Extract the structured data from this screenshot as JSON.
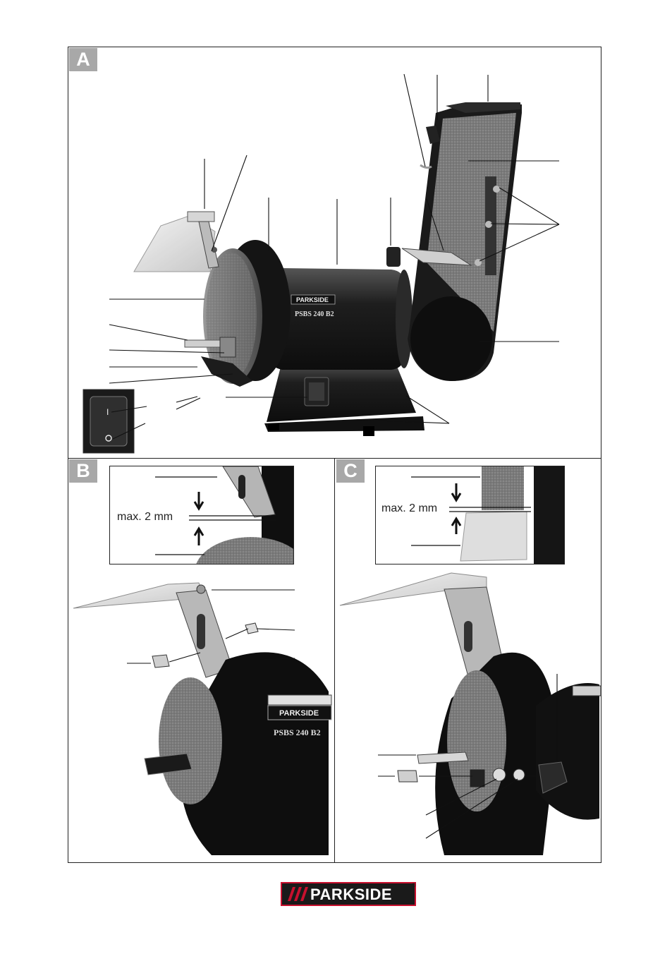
{
  "panels": [
    {
      "tag": "A"
    },
    {
      "tag": "B"
    },
    {
      "tag": "C"
    }
  ],
  "panel_b": {
    "device_model": "PSBS 240 B2",
    "brand_on_device": "PARKSIDE",
    "inset_measure": "max. 2 mm"
  },
  "panel_c": {
    "inset_measure": "max. 2 mm"
  },
  "panel_a": {
    "device_model": "PSBS 240 B2",
    "brand_on_device": "PARKSIDE",
    "switch_on_symbol": "I",
    "switch_off_symbol": "O"
  },
  "logo": {
    "text": "PARKSIDE",
    "registered": "®"
  },
  "colors": {
    "panel_tag": "#a8a8a8",
    "logo_background": "#1a1a1a",
    "logo_accent": "#c8102e"
  }
}
